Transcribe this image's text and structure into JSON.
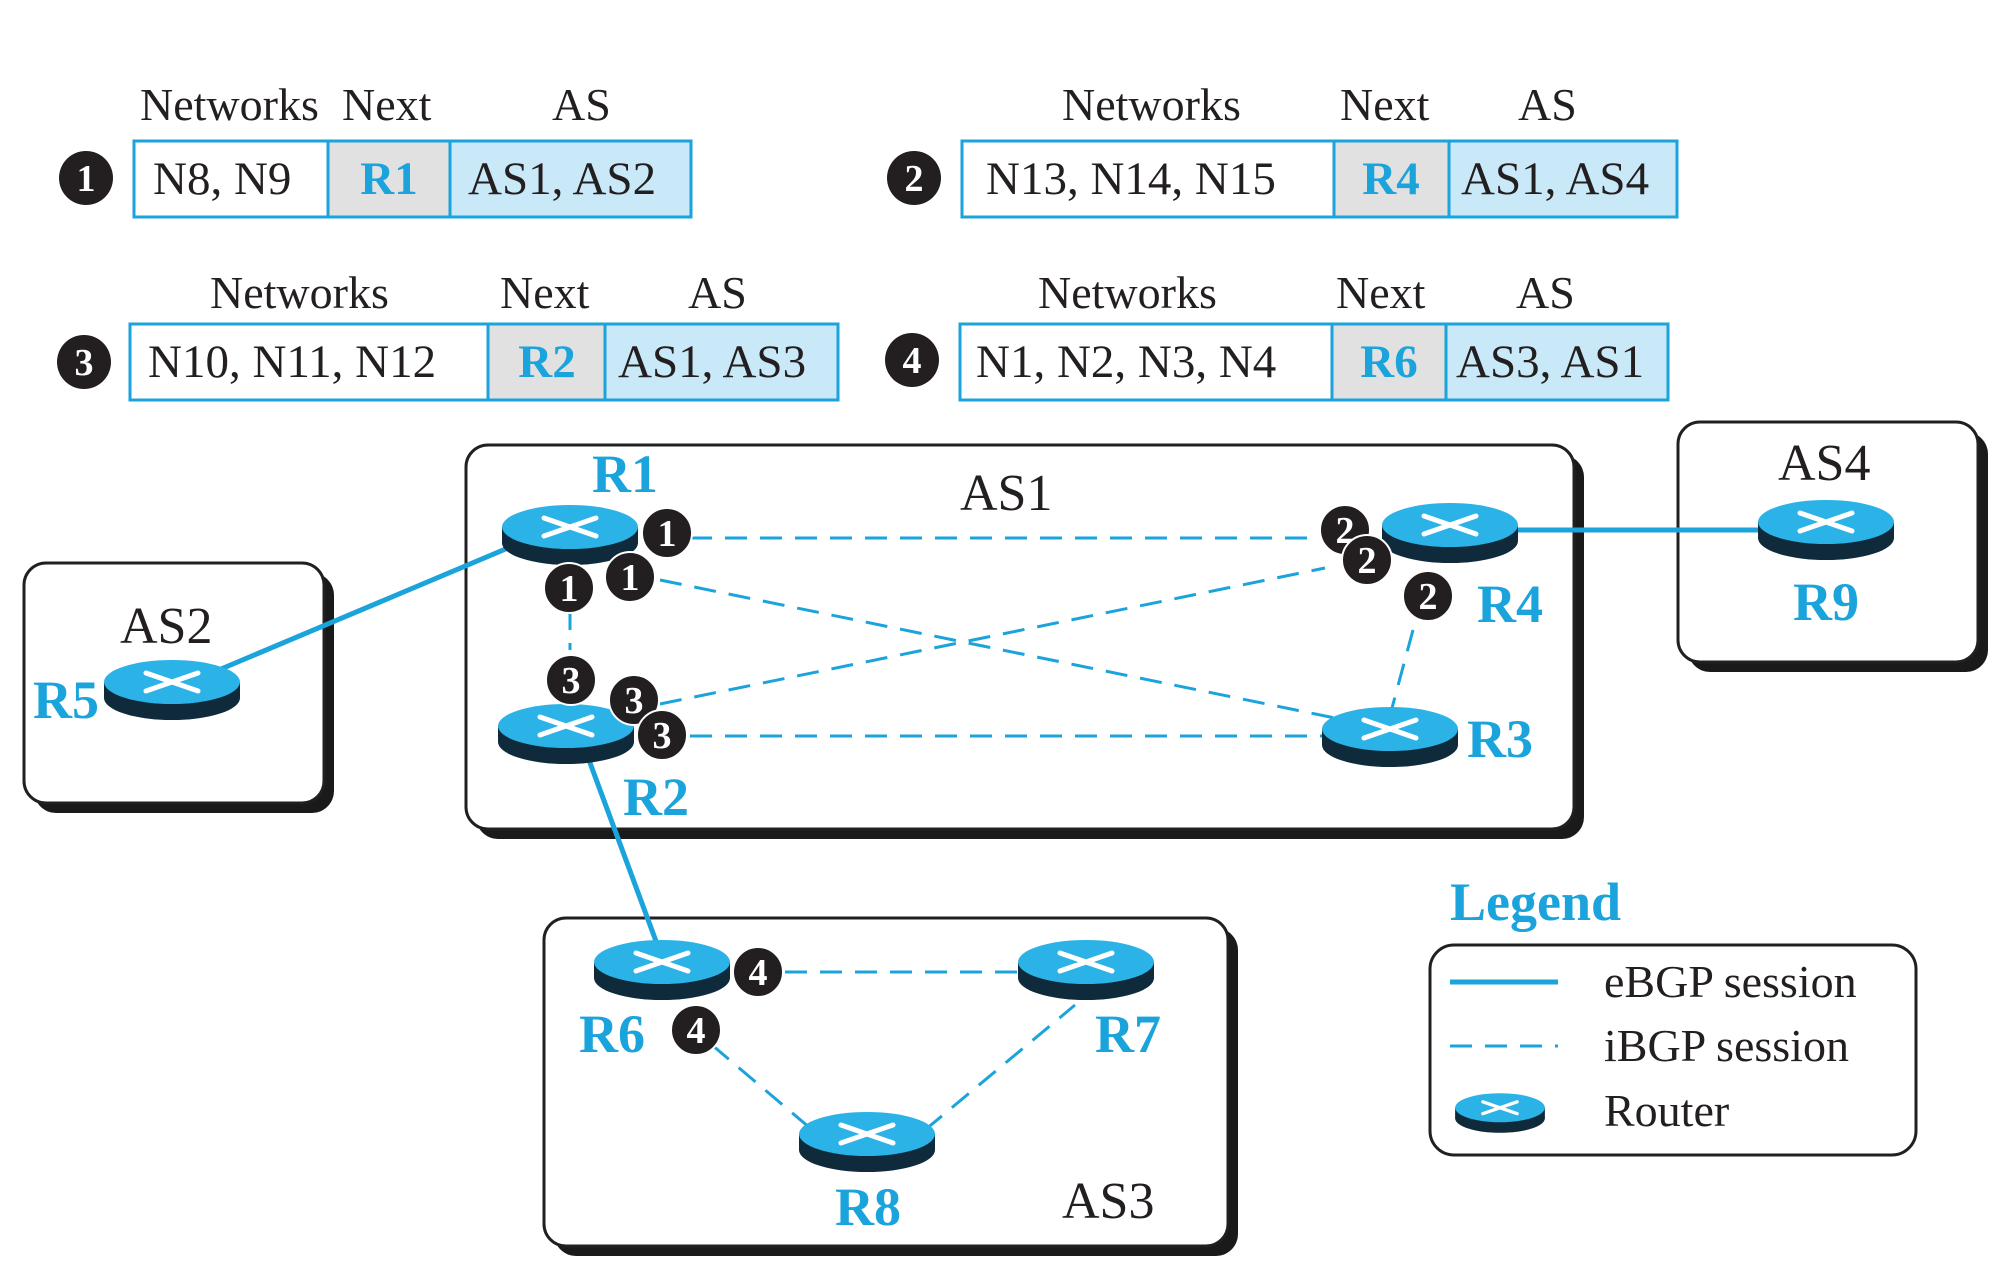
{
  "colors": {
    "accent": "#1ba3dc",
    "router_top": "#2bb3e8",
    "router_side": "#0f2a3a",
    "cell_blue": "#c9e9f8",
    "cell_gray": "#e1e1e1",
    "badge": "#231f20"
  },
  "tables": [
    {
      "num": "1",
      "headers": {
        "networks": "Networks",
        "next": "Next",
        "as": "AS"
      },
      "networks": "N8, N9",
      "next": "R1",
      "as": "AS1, AS2"
    },
    {
      "num": "2",
      "headers": {
        "networks": "Networks",
        "next": "Next",
        "as": "AS"
      },
      "networks": "N13, N14, N15",
      "next": "R4",
      "as": "AS1, AS4"
    },
    {
      "num": "3",
      "headers": {
        "networks": "Networks",
        "next": "Next",
        "as": "AS"
      },
      "networks": "N10, N11, N12",
      "next": "R2",
      "as": "AS1, AS3"
    },
    {
      "num": "4",
      "headers": {
        "networks": "Networks",
        "next": "Next",
        "as": "AS"
      },
      "networks": "N1, N2, N3, N4",
      "next": "R6",
      "as": "AS3, AS1"
    }
  ],
  "systems": {
    "as1": "AS1",
    "as2": "AS2",
    "as3": "AS3",
    "as4": "AS4"
  },
  "routers": {
    "r1": "R1",
    "r2": "R2",
    "r3": "R3",
    "r4": "R4",
    "r5": "R5",
    "r6": "R6",
    "r7": "R7",
    "r8": "R8",
    "r9": "R9"
  },
  "legend": {
    "title": "Legend",
    "ebgp": "eBGP session",
    "ibgp": "iBGP session",
    "router": "Router"
  },
  "sessions": {
    "ebgp": [
      [
        "R5",
        "R1"
      ],
      [
        "R4",
        "R9"
      ],
      [
        "R2",
        "R6"
      ]
    ],
    "ibgp": [
      [
        "R1",
        "R4"
      ],
      [
        "R1",
        "R3"
      ],
      [
        "R1",
        "R2"
      ],
      [
        "R2",
        "R4"
      ],
      [
        "R2",
        "R3"
      ],
      [
        "R4",
        "R3"
      ],
      [
        "R6",
        "R7"
      ],
      [
        "R6",
        "R8"
      ],
      [
        "R7",
        "R8"
      ]
    ]
  },
  "badges": {
    "b1": "1",
    "b2": "2",
    "b3": "3",
    "b4": "4"
  }
}
